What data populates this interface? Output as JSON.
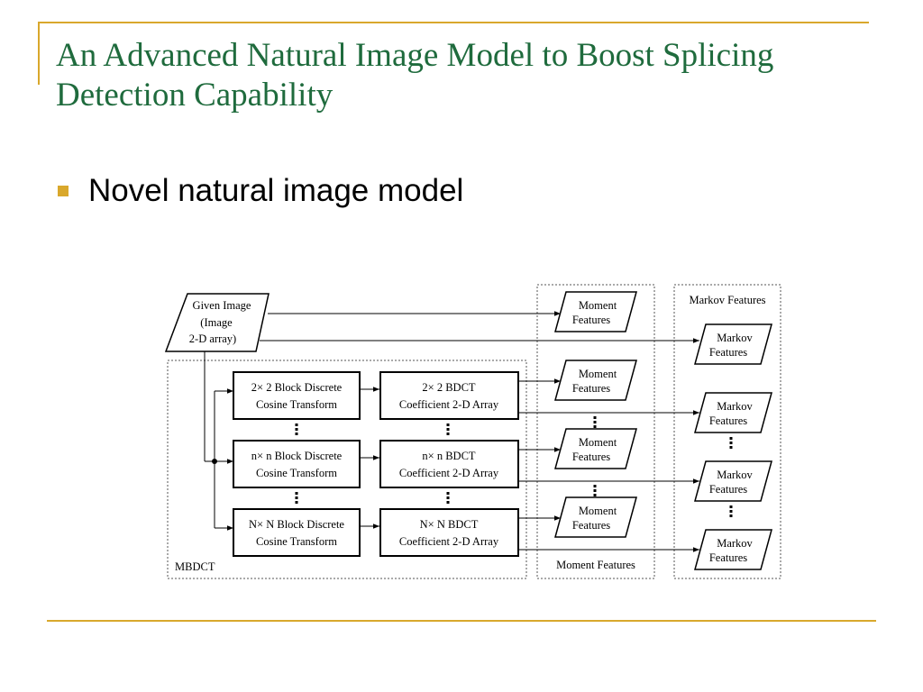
{
  "slide": {
    "title": "An Advanced Natural Image Model to Boost Splicing Detection Capability",
    "bullet": "Novel natural image model"
  },
  "colors": {
    "accent": "#d9a82c",
    "title": "#1f6b3d"
  },
  "diagram": {
    "input": {
      "line1": "Given Image",
      "line2": "(Image",
      "line3": "2-D array)"
    },
    "mbdct_label": "MBDCT",
    "moment_group_label": "Moment Features",
    "markov_group_label": "Markov Features",
    "transforms": [
      {
        "line1": "2× 2 Block Discrete",
        "line2": "Cosine Transform"
      },
      {
        "line1": "n× n Block Discrete",
        "line2": "Cosine Transform"
      },
      {
        "line1": "N× N Block Discrete",
        "line2": "Cosine Transform"
      }
    ],
    "arrays": [
      {
        "line1": "2× 2 BDCT",
        "line2": "Coefficient 2-D Array"
      },
      {
        "line1": "n× n BDCT",
        "line2": "Coefficient 2-D Array"
      },
      {
        "line1": "N× N BDCT",
        "line2": "Coefficient 2-D Array"
      }
    ],
    "moment_features": [
      {
        "line1": "Moment",
        "line2": "Features"
      },
      {
        "line1": "Moment",
        "line2": "Features"
      },
      {
        "line1": "Moment",
        "line2": "Features"
      },
      {
        "line1": "Moment",
        "line2": "Features"
      }
    ],
    "markov_features": [
      {
        "line1": "Markov",
        "line2": "Features"
      },
      {
        "line1": "Markov",
        "line2": "Features"
      },
      {
        "line1": "Markov",
        "line2": "Features"
      },
      {
        "line1": "Markov",
        "line2": "Features"
      }
    ]
  }
}
